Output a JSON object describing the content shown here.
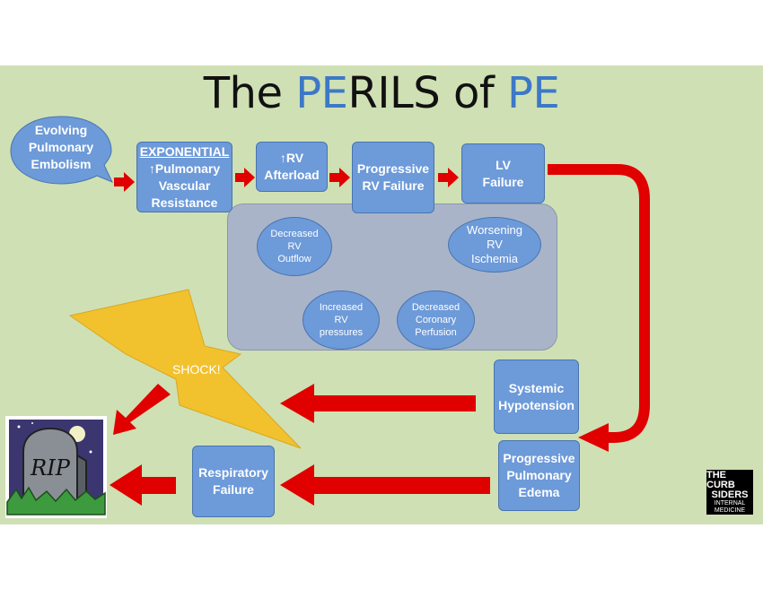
{
  "title": {
    "part1": "The ",
    "hl1": "PE",
    "part2": "RILS of ",
    "hl2": "PE"
  },
  "nodes": {
    "evolving": [
      "Evolving",
      "Pulmonary",
      "Embolism"
    ],
    "pvr": [
      "EXPONENTIAL",
      "↑Pulmonary",
      "Vascular",
      "Resistance"
    ],
    "afterload": [
      "↑RV",
      "Afterload"
    ],
    "rv_failure": [
      "Progressive",
      "RV Failure"
    ],
    "lv_failure": [
      "LV",
      "Failure"
    ],
    "systemic": [
      "Systemic",
      "Hypotension"
    ],
    "edema": [
      "Progressive",
      "Pulmonary",
      "Edema"
    ],
    "respiratory": [
      "Respiratory",
      "Failure"
    ]
  },
  "cycle": {
    "decreased_outflow": [
      "Decreased",
      "RV",
      "Outflow"
    ],
    "increased_pressures": [
      "Increased",
      "RV",
      "pressures"
    ],
    "decreased_perfusion": [
      "Decreased",
      "Coronary",
      "Perfusion"
    ],
    "worsening_ischemia": [
      "Worsening",
      "RV",
      "Ischemia"
    ]
  },
  "shock_label": "SHOCK!",
  "tombstone_text": "RIP",
  "logo": {
    "line1": "THE CURB",
    "line2": "SIDERS",
    "line3": "INTERNAL",
    "line4": "MEDICINE"
  },
  "colors": {
    "box": "#6d9ad9",
    "arrow": "#e00000",
    "bolt": "#f2c12e",
    "background": "#cfe0b4",
    "title_highlight": "#3d78c7"
  }
}
